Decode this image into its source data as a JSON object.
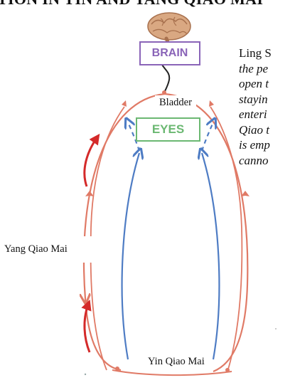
{
  "header": {
    "title": "TION IN YIN AND YANG QIAO MAI"
  },
  "diagram": {
    "brain_label": "BRAIN",
    "eyes_label": "EYES",
    "bladder_label": "Bladder",
    "yang_label": "Yang Qiao Mai",
    "yin_label": "Yin Qiao Mai",
    "colors": {
      "yang_channel": "#e07a66",
      "yin_channel": "#4e7cc4",
      "arrow_red": "#d42a2a",
      "brain_border": "#8a64b8",
      "eyes_border": "#6bb872"
    },
    "icons": [
      "brain-icon"
    ]
  },
  "side_text": {
    "lines": [
      "Ling S",
      "the pe",
      "open t",
      "stayin",
      "enteri",
      "Qiao t",
      "is emp",
      "canno"
    ]
  }
}
